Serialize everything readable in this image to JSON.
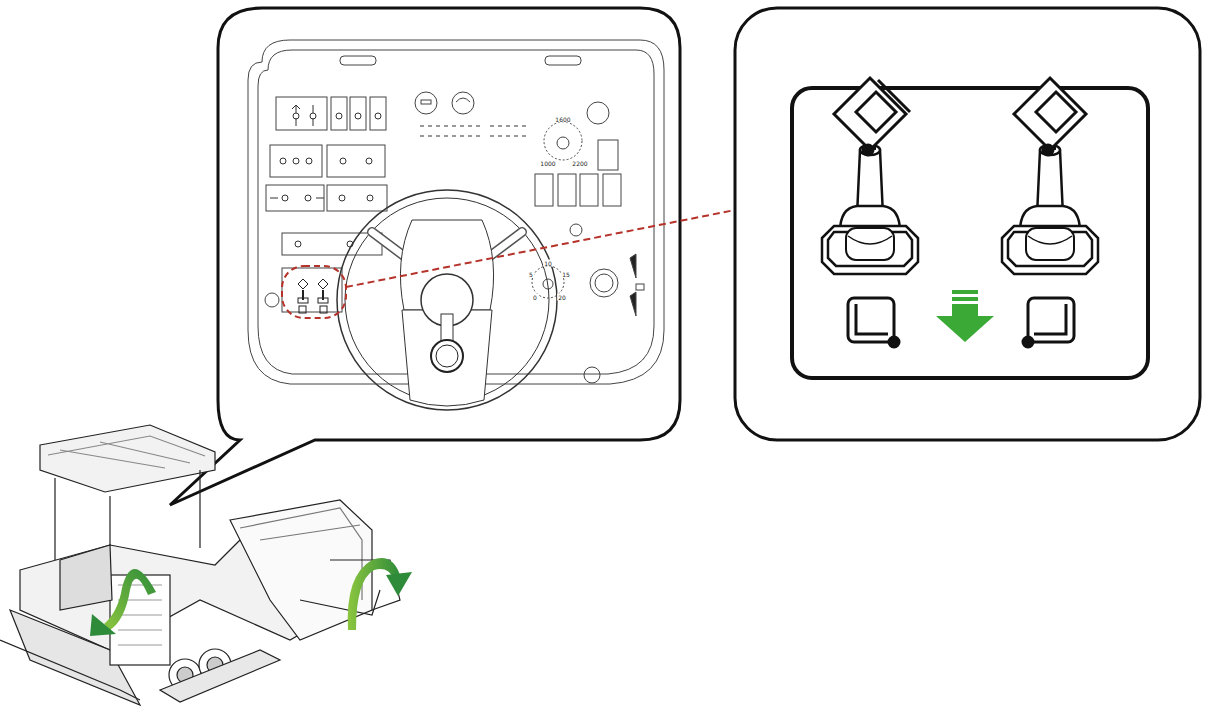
{
  "diagram": {
    "labels": [
      "1600",
      "1000",
      "2200",
      "10",
      "5",
      "15",
      "0",
      "20"
    ]
  }
}
